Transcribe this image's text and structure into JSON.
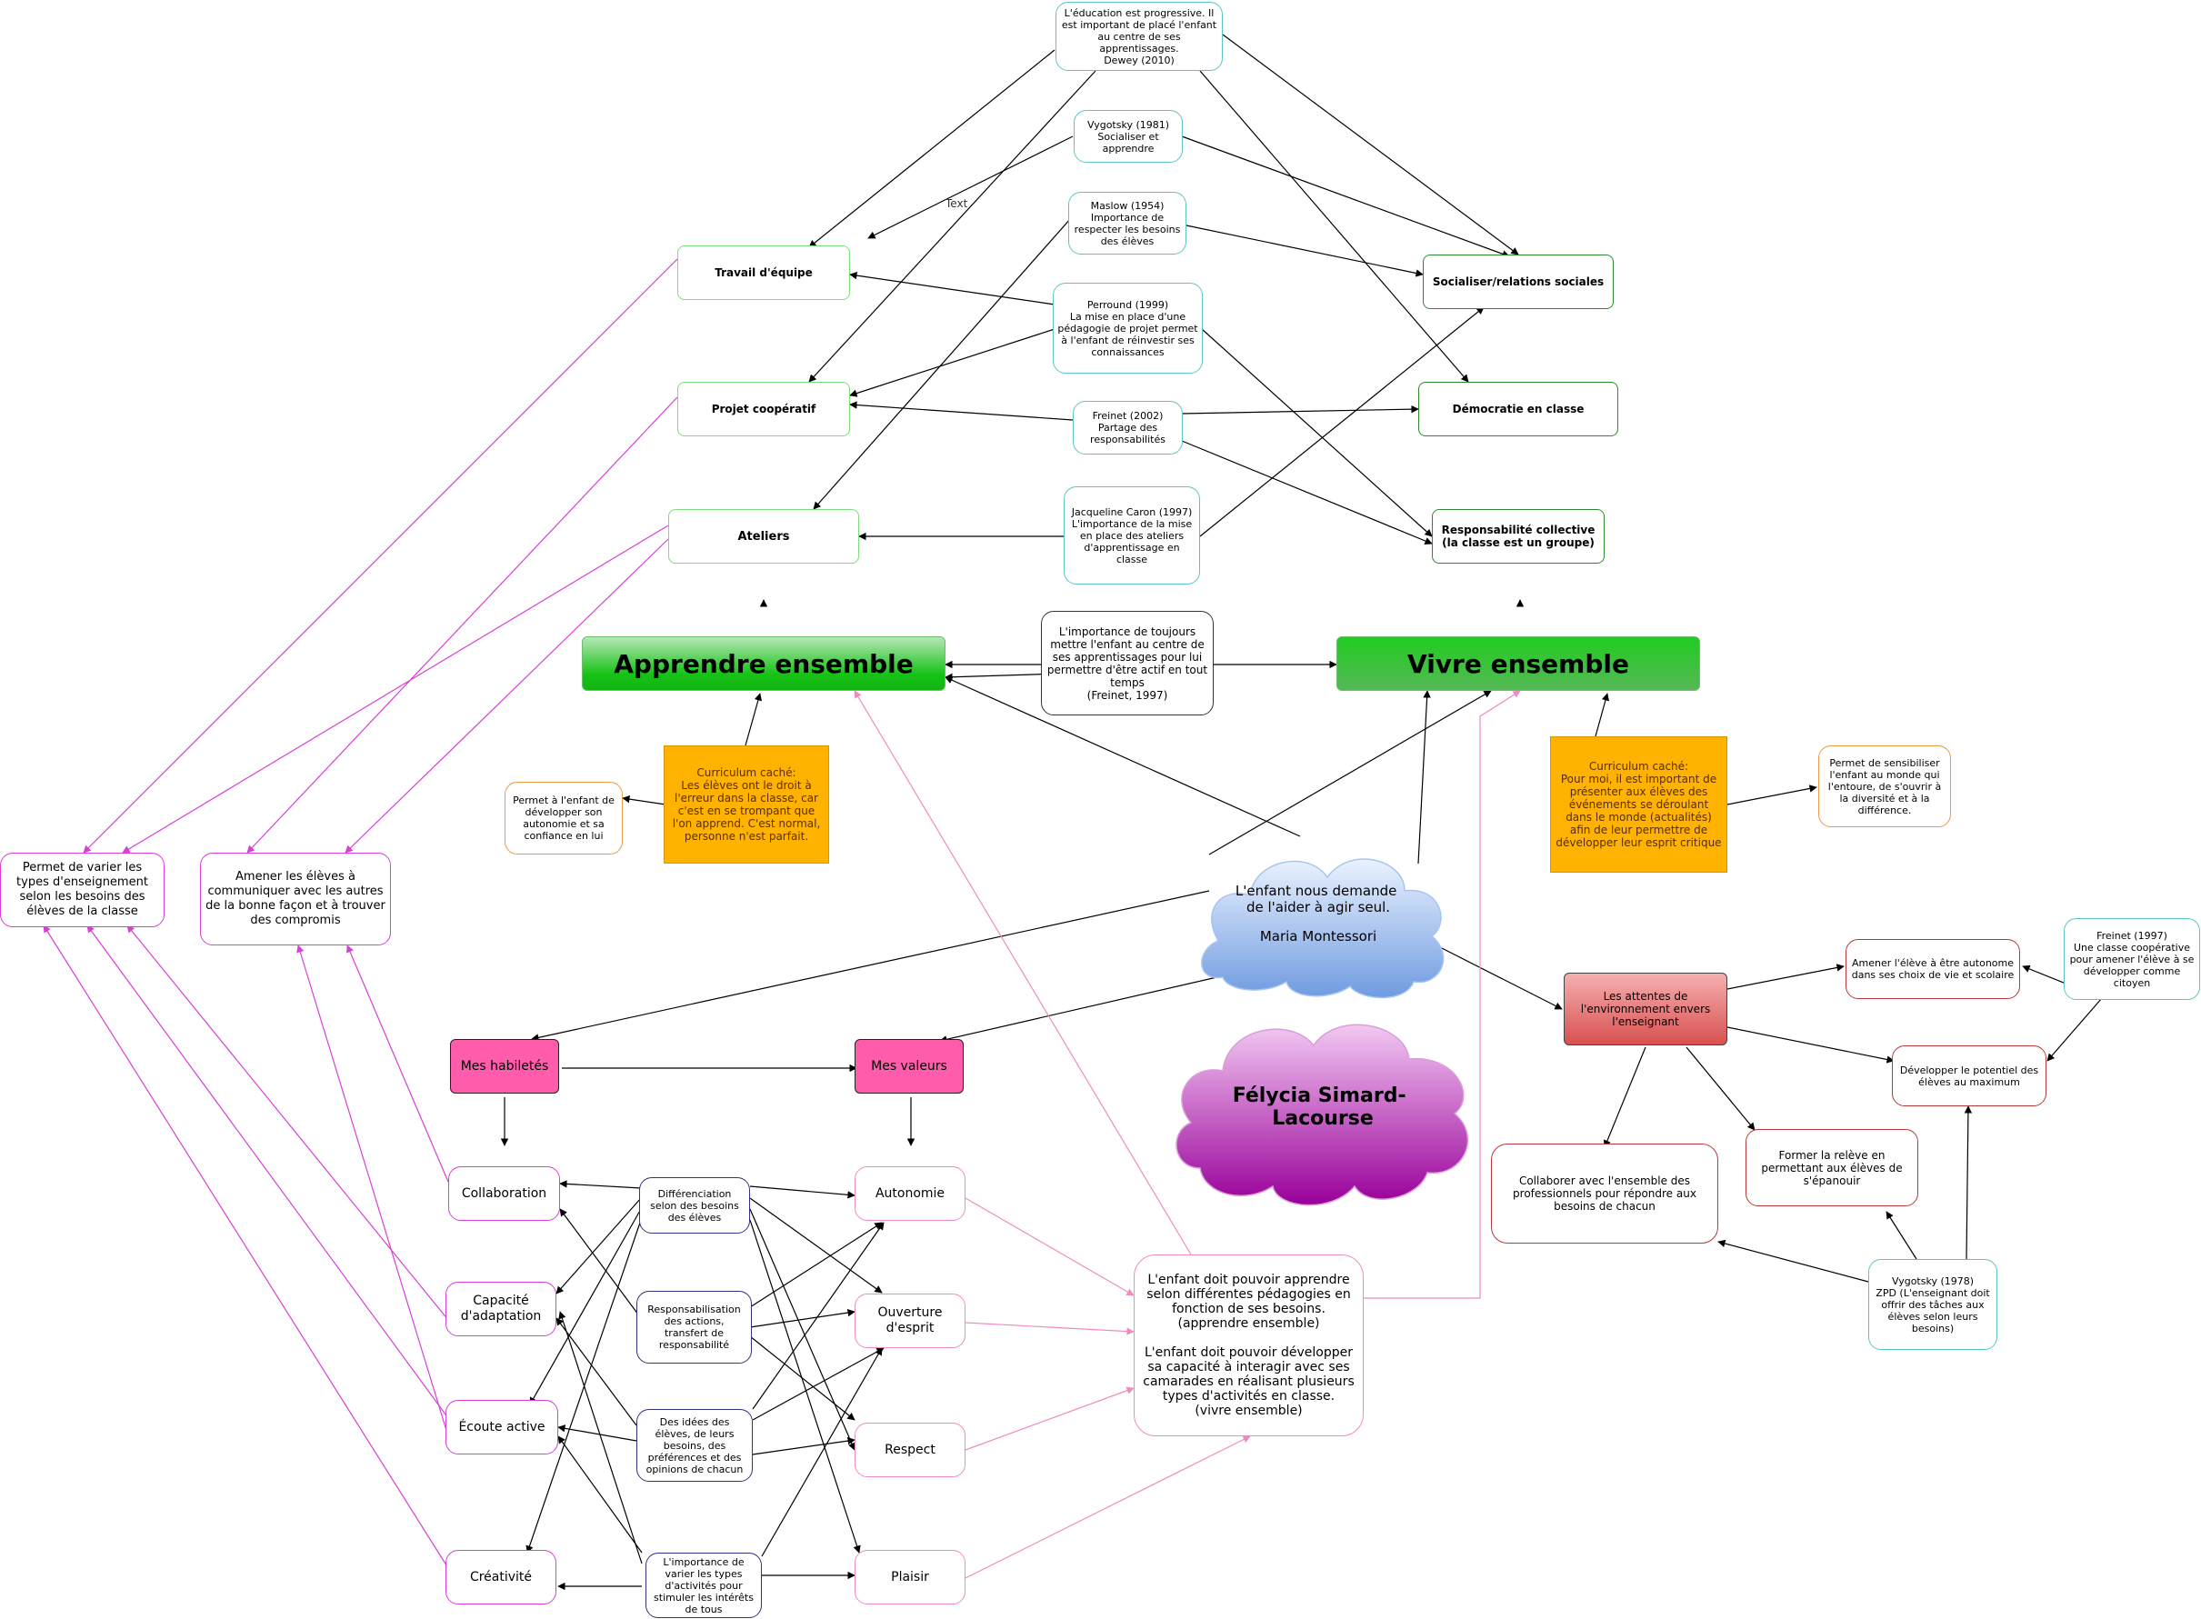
{
  "diagram": {
    "central_cloud": {
      "line1": "L'enfant nous demande de l'aider à agir seul.",
      "line2": "Maria Montessori"
    },
    "author_cloud": "Félycia Simard-Lacourse",
    "banners": {
      "apprendre": "Apprendre ensemble",
      "vivre": "Vivre ensemble"
    },
    "center_note": "L'importance de toujours mettre l'enfant au centre de ses apprentissages pour lui permettre d'être actif en tout temps\n(Freinet, 1997)",
    "apprendre_boxes": {
      "travail": "Travail d'équipe",
      "projet": "Projet coopératif",
      "ateliers": "Ateliers"
    },
    "vivre_boxes": {
      "socialiser": "Socialiser/relations sociales",
      "democratie": "Démocratie en classe",
      "responsabilite": "Responsabilité collective\n(la classe est un groupe)"
    },
    "theorists": {
      "dewey": "L'éducation est progressive. Il est important de placé l'enfant au centre de ses apprentissages.\nDewey (2010)",
      "vygotsky": "Vygotsky (1981)\nSocialiser et apprendre",
      "maslow": "Maslow (1954)\nImportance de respecter les besoins des élèves",
      "perround": "Perround (1999)\nLa mise en place d'une pédagogie de projet permet à l'enfant de réinvestir ses connaissances",
      "freinet": "Freinet (2002)\nPartage des responsabilités",
      "caron": "Jacqueline  Caron (1997)\nL'importance de la mise en place des ateliers d'apprentissage en classe"
    },
    "edge_label_text": "Text",
    "curriculum_left": "Curriculum caché:\nLes élèves ont le droit à l'erreur dans la classe, car c'est en se trompant que l'on apprend. C'est normal, personne n'est parfait.",
    "curriculum_left_note": "Permet à l'enfant de développer son autonomie et sa confiance en lui",
    "curriculum_right": "Curriculum caché:\nPour moi, il est important de présenter aux élèves des événements se déroulant dans le monde (actualités) afin de leur permettre de développer leur esprit critique",
    "curriculum_right_note": "Permet de sensibiliser l'enfant au monde qui l'entoure, de s'ouvrir à la diversité et à la différence.",
    "far_left": {
      "varier": "Permet de varier les types d'enseignement selon les besoins des élèves de la classe",
      "amener": "Amener les élèves à communiquer avec les autres de la bonne façon et à trouver des compromis"
    },
    "mes_habiletes": "Mes habiletés",
    "mes_valeurs": "Mes valeurs",
    "habiletes": [
      "Collaboration",
      "Capacité d'adaptation",
      "Écoute active",
      "Créativité"
    ],
    "valeurs": [
      "Autonomie",
      "Ouverture d'esprit",
      "Respect",
      "Plaisir"
    ],
    "middle_notes": [
      "Différenciation selon des besoins des élèves",
      "Responsabilisation des actions, transfert de responsabilité",
      "Des idées des élèves, de leurs besoins, des préférences et des opinions de chacun",
      "L'importance de varier les types d'activités pour stimuler les intérêts de tous"
    ],
    "synthesis": "L'enfant doit pouvoir apprendre selon différentes pédagogies en fonction de ses besoins. (apprendre ensemble)\n\nL'enfant doit pouvoir développer sa capacité à interagir avec ses camarades en réalisant plusieurs types d'activités en classe.\n(vivre ensemble)",
    "attentes": "Les attentes de l'environnement envers l'enseignant",
    "attentes_nodes": {
      "autonome": "Amener l'élève à être autonome dans ses choix de vie et scolaire",
      "potentiel": "Développer le potentiel des élèves au maximum",
      "releve": "Former la relève en permettant aux élèves de s'épanouir",
      "collaborer": "Collaborer avec l'ensemble des professionnels pour répondre aux besoins de chacun"
    },
    "freinet_1997": "Freinet (1997)\nUne classe coopérative pour amener l'élève à se développer comme citoyen",
    "vygotsky_1978": "Vygotsky (1978)\nZPD (L'enseignant doit offrir des tâches aux élèves selon leurs besoins)"
  },
  "colors": {
    "green_banner": "#17c317",
    "sticky": "#ffb300",
    "pink": "#ff5cab",
    "magenta_edge": "#d640d6",
    "light_pink_edge": "#ee8cbf",
    "red_box": "#d85050",
    "cloud_blue": "#7fa8e0",
    "cloud_purple": "#9a139a"
  }
}
